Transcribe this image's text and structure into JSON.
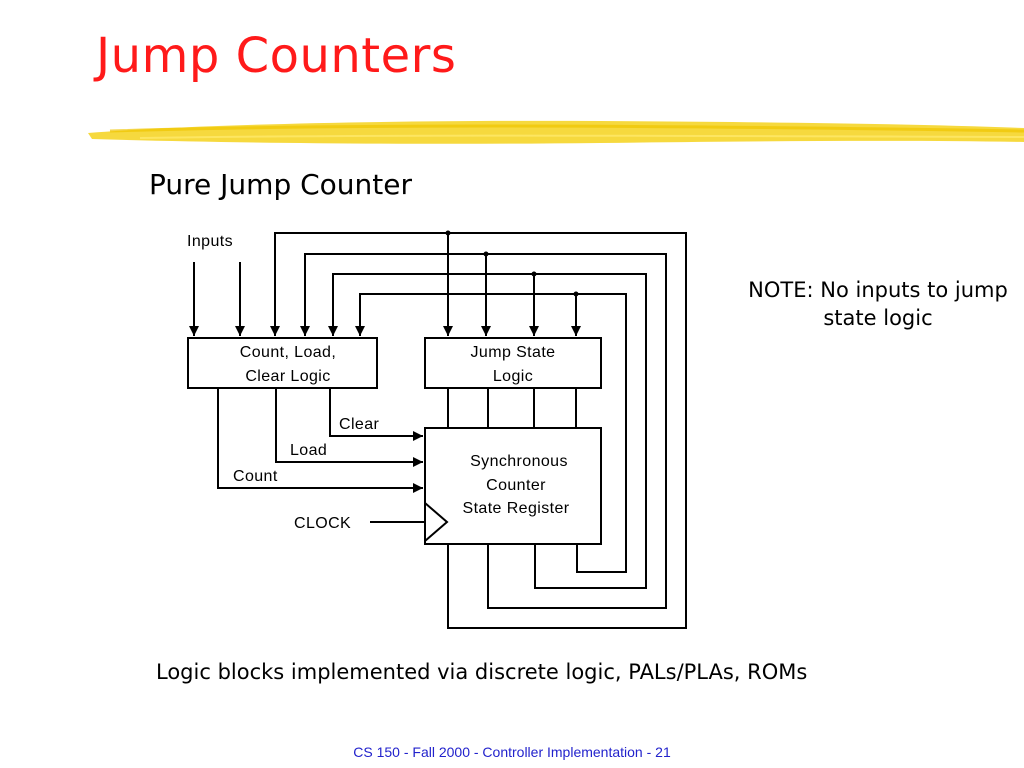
{
  "slide": {
    "title": "Jump Counters",
    "subtitle": "Pure Jump Counter",
    "note": "NOTE: No inputs to jump state logic",
    "caption": "Logic blocks implemented via discrete logic, PALs/PLAs, ROMs",
    "footer": "CS 150 - Fall 2000 - Controller Implementation - 21"
  },
  "diagram": {
    "inputs_label": "Inputs",
    "count_load_clear_block": {
      "line1": "Count, Load,",
      "line2": "Clear Logic"
    },
    "jump_state_block": {
      "line1": "Jump State",
      "line2": "Logic"
    },
    "register_block": {
      "line1": "Synchronous",
      "line2": "Counter",
      "line3": "State Register"
    },
    "signals": {
      "clear": "Clear",
      "load": "Load",
      "count": "Count",
      "clock": "CLOCK"
    }
  },
  "colors": {
    "title": "#ff1a1a",
    "highlight": "#f5d21c",
    "footer": "#2222cc"
  }
}
